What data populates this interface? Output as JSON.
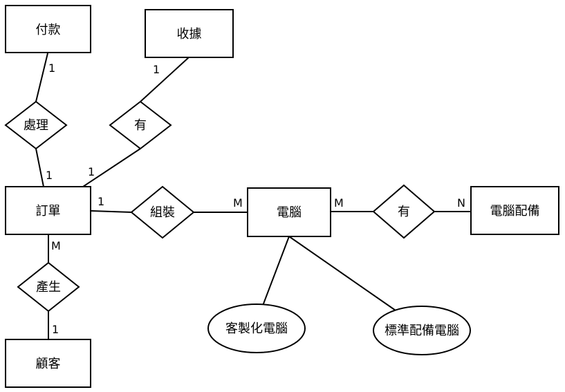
{
  "entities": {
    "payment": "付款",
    "receipt": "收據",
    "order": "訂單",
    "computer": "電腦",
    "computer_equipment": "電腦配備",
    "customer": "顧客"
  },
  "relationships": {
    "process": "處理",
    "has_receipt": "有",
    "assemble": "組裝",
    "has_equipment": "有",
    "generate": "產生"
  },
  "attributes": {
    "custom_computer": "客製化電腦",
    "standard_computer": "標準配備電腦"
  },
  "cardinalities": {
    "payment_process": "1",
    "process_order": "1",
    "receipt_has": "1",
    "has_order": "1",
    "order_assemble": "1",
    "assemble_computer": "M",
    "computer_has": "M",
    "has_equipment": "N",
    "order_generate": "M",
    "generate_customer": "1"
  }
}
